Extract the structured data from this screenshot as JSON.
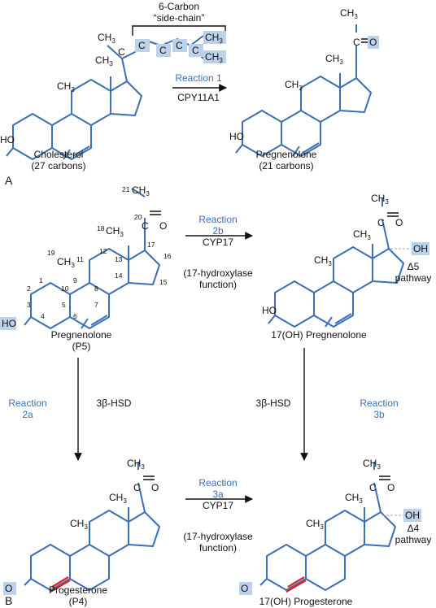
{
  "panels": {
    "a": "A",
    "b": "B"
  },
  "side_chain": {
    "line1": "6-Carbon",
    "line2": "“side-chain”"
  },
  "atoms": {
    "ch3": "CH",
    "three": "3",
    "c": "C",
    "o": "O",
    "ho": "HO",
    "oh": "OH",
    "ho_p5": "HO"
  },
  "molecules": {
    "cholesterol": {
      "name": "Cholesterol",
      "sub": "(27 carbons)"
    },
    "pregnenolone_a": {
      "name": "Pregnenolone",
      "sub": "(21 carbons)"
    },
    "pregnenolone_b": {
      "name": "Pregnenolone",
      "sub": "(P5)"
    },
    "oh_pregnenolone": {
      "name": "17(OH) Pregnenolone"
    },
    "progesterone": {
      "name": "Progesterone",
      "sub": "(P4)"
    },
    "oh_progesterone": {
      "name": "17(OH) Progesterone"
    }
  },
  "reactions": {
    "r1": {
      "label": "Reaction 1",
      "enzyme": "CPY11A1"
    },
    "r2b": {
      "line1": "Reaction",
      "line2": "2b",
      "enzyme": "CYP17",
      "fn1": "(17-hydroxylase",
      "fn2": "function)"
    },
    "r2a": {
      "line1": "Reaction",
      "line2": "2a",
      "enzyme": "3β-HSD"
    },
    "r3b": {
      "line1": "Reaction",
      "line2": "3b",
      "enzyme": "3β-HSD"
    },
    "r3a": {
      "line1": "Reaction",
      "line2": "3a",
      "enzyme": "CYP17",
      "fn1": "(17-hydroxylase",
      "fn2": "function)"
    }
  },
  "pathways": {
    "d5": {
      "label": "Δ5",
      "word": "pathway"
    },
    "d4": {
      "label": "Δ4",
      "word": "pathway"
    }
  },
  "numbering": [
    "1",
    "2",
    "3",
    "4",
    "5",
    "6",
    "7",
    "8",
    "9",
    "10",
    "11",
    "12",
    "13",
    "14",
    "15",
    "16",
    "17",
    "18",
    "19",
    "20",
    "21"
  ]
}
